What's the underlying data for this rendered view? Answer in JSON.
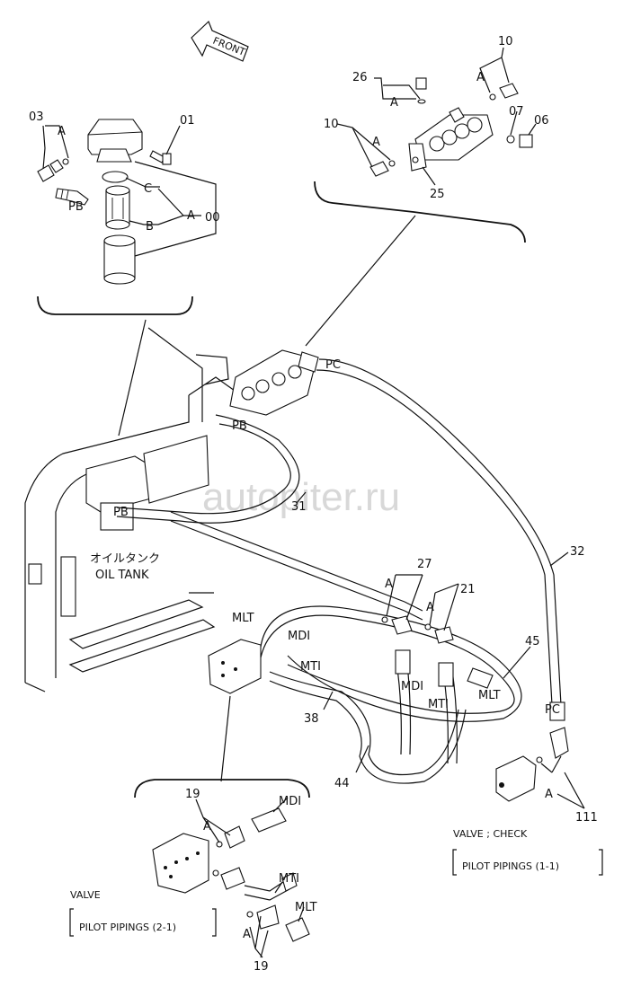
{
  "direction": {
    "front": "FRONT"
  },
  "tank": {
    "jp": "オイルタンク",
    "en": "OIL TANK"
  },
  "watermark": "autopiter.ru",
  "captions": {
    "check_valve": {
      "line1": "VALVE ; CHECK",
      "line2": "PILOT PIPINGS (1-1)"
    },
    "valve": {
      "line1": "VALVE",
      "line2": "PILOT PIPINGS (2-1)"
    }
  },
  "labels": {
    "p03": "03",
    "pA1": "A",
    "p01": "01",
    "pC": "C",
    "pB": "B",
    "pA2": "A",
    "p00": "00",
    "pPB1": "PB",
    "p10a": "10",
    "pA3": "A",
    "p26": "26",
    "pA4": "A",
    "p07": "07",
    "p06": "06",
    "p10b": "10",
    "pA5": "A",
    "p25": "25",
    "pPC1": "PC",
    "pPB2": "PB",
    "pPB3": "PB",
    "p31": "31",
    "p32": "32",
    "p27": "27",
    "pA6": "A",
    "p21": "21",
    "pA7": "A",
    "p45": "45",
    "pMLT1": "MLT",
    "pMDI1": "MDI",
    "pMTI1": "MTI",
    "pMDI2": "MDI",
    "pMTI2": "MTI",
    "pMLT2": "MLT",
    "p38": "38",
    "p44": "44",
    "pPC2": "PC",
    "pA8": "A",
    "p111": "111",
    "p19a": "19",
    "pA9": "A",
    "pMDI3": "MDI",
    "pMTI3": "MTI",
    "pMLT3": "MLT",
    "pA10": "A",
    "p19b": "19"
  }
}
